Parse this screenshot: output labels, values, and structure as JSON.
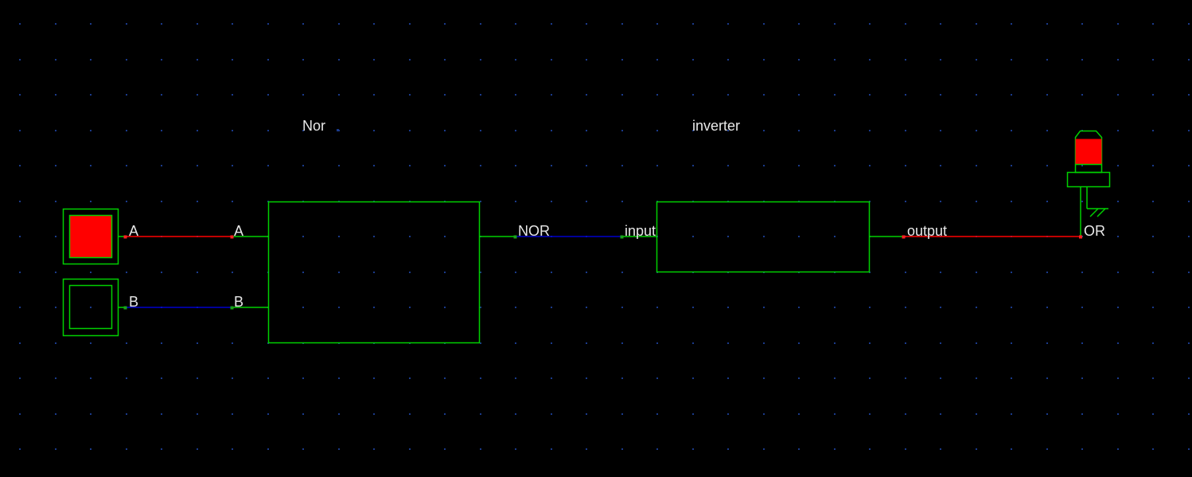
{
  "colors": {
    "background": "#000000",
    "grid_dot": "#1a3a8a",
    "component": "#00d000",
    "logic_high": "#ff0000",
    "logic_low": "#0000cc",
    "pin_high": "#ff2020",
    "pin_low": "#1aa01a",
    "label": "#e8e8e8"
  },
  "blocks": {
    "nor": {
      "title": "Nor",
      "pin_a": "A",
      "pin_b": "B",
      "pin_out": "NOR"
    },
    "inverter": {
      "title": "inverter",
      "pin_in": "input",
      "pin_out": "output"
    }
  },
  "inputs": {
    "switch_a": {
      "label": "A",
      "state": "high"
    },
    "switch_b": {
      "label": "B",
      "state": "low"
    }
  },
  "wires": {
    "wire_a": {
      "state": "high"
    },
    "wire_b": {
      "state": "low"
    },
    "wire_nor": {
      "state": "low"
    },
    "wire_output": {
      "state": "high"
    }
  },
  "output": {
    "led": {
      "label": "OR",
      "state": "high"
    }
  }
}
